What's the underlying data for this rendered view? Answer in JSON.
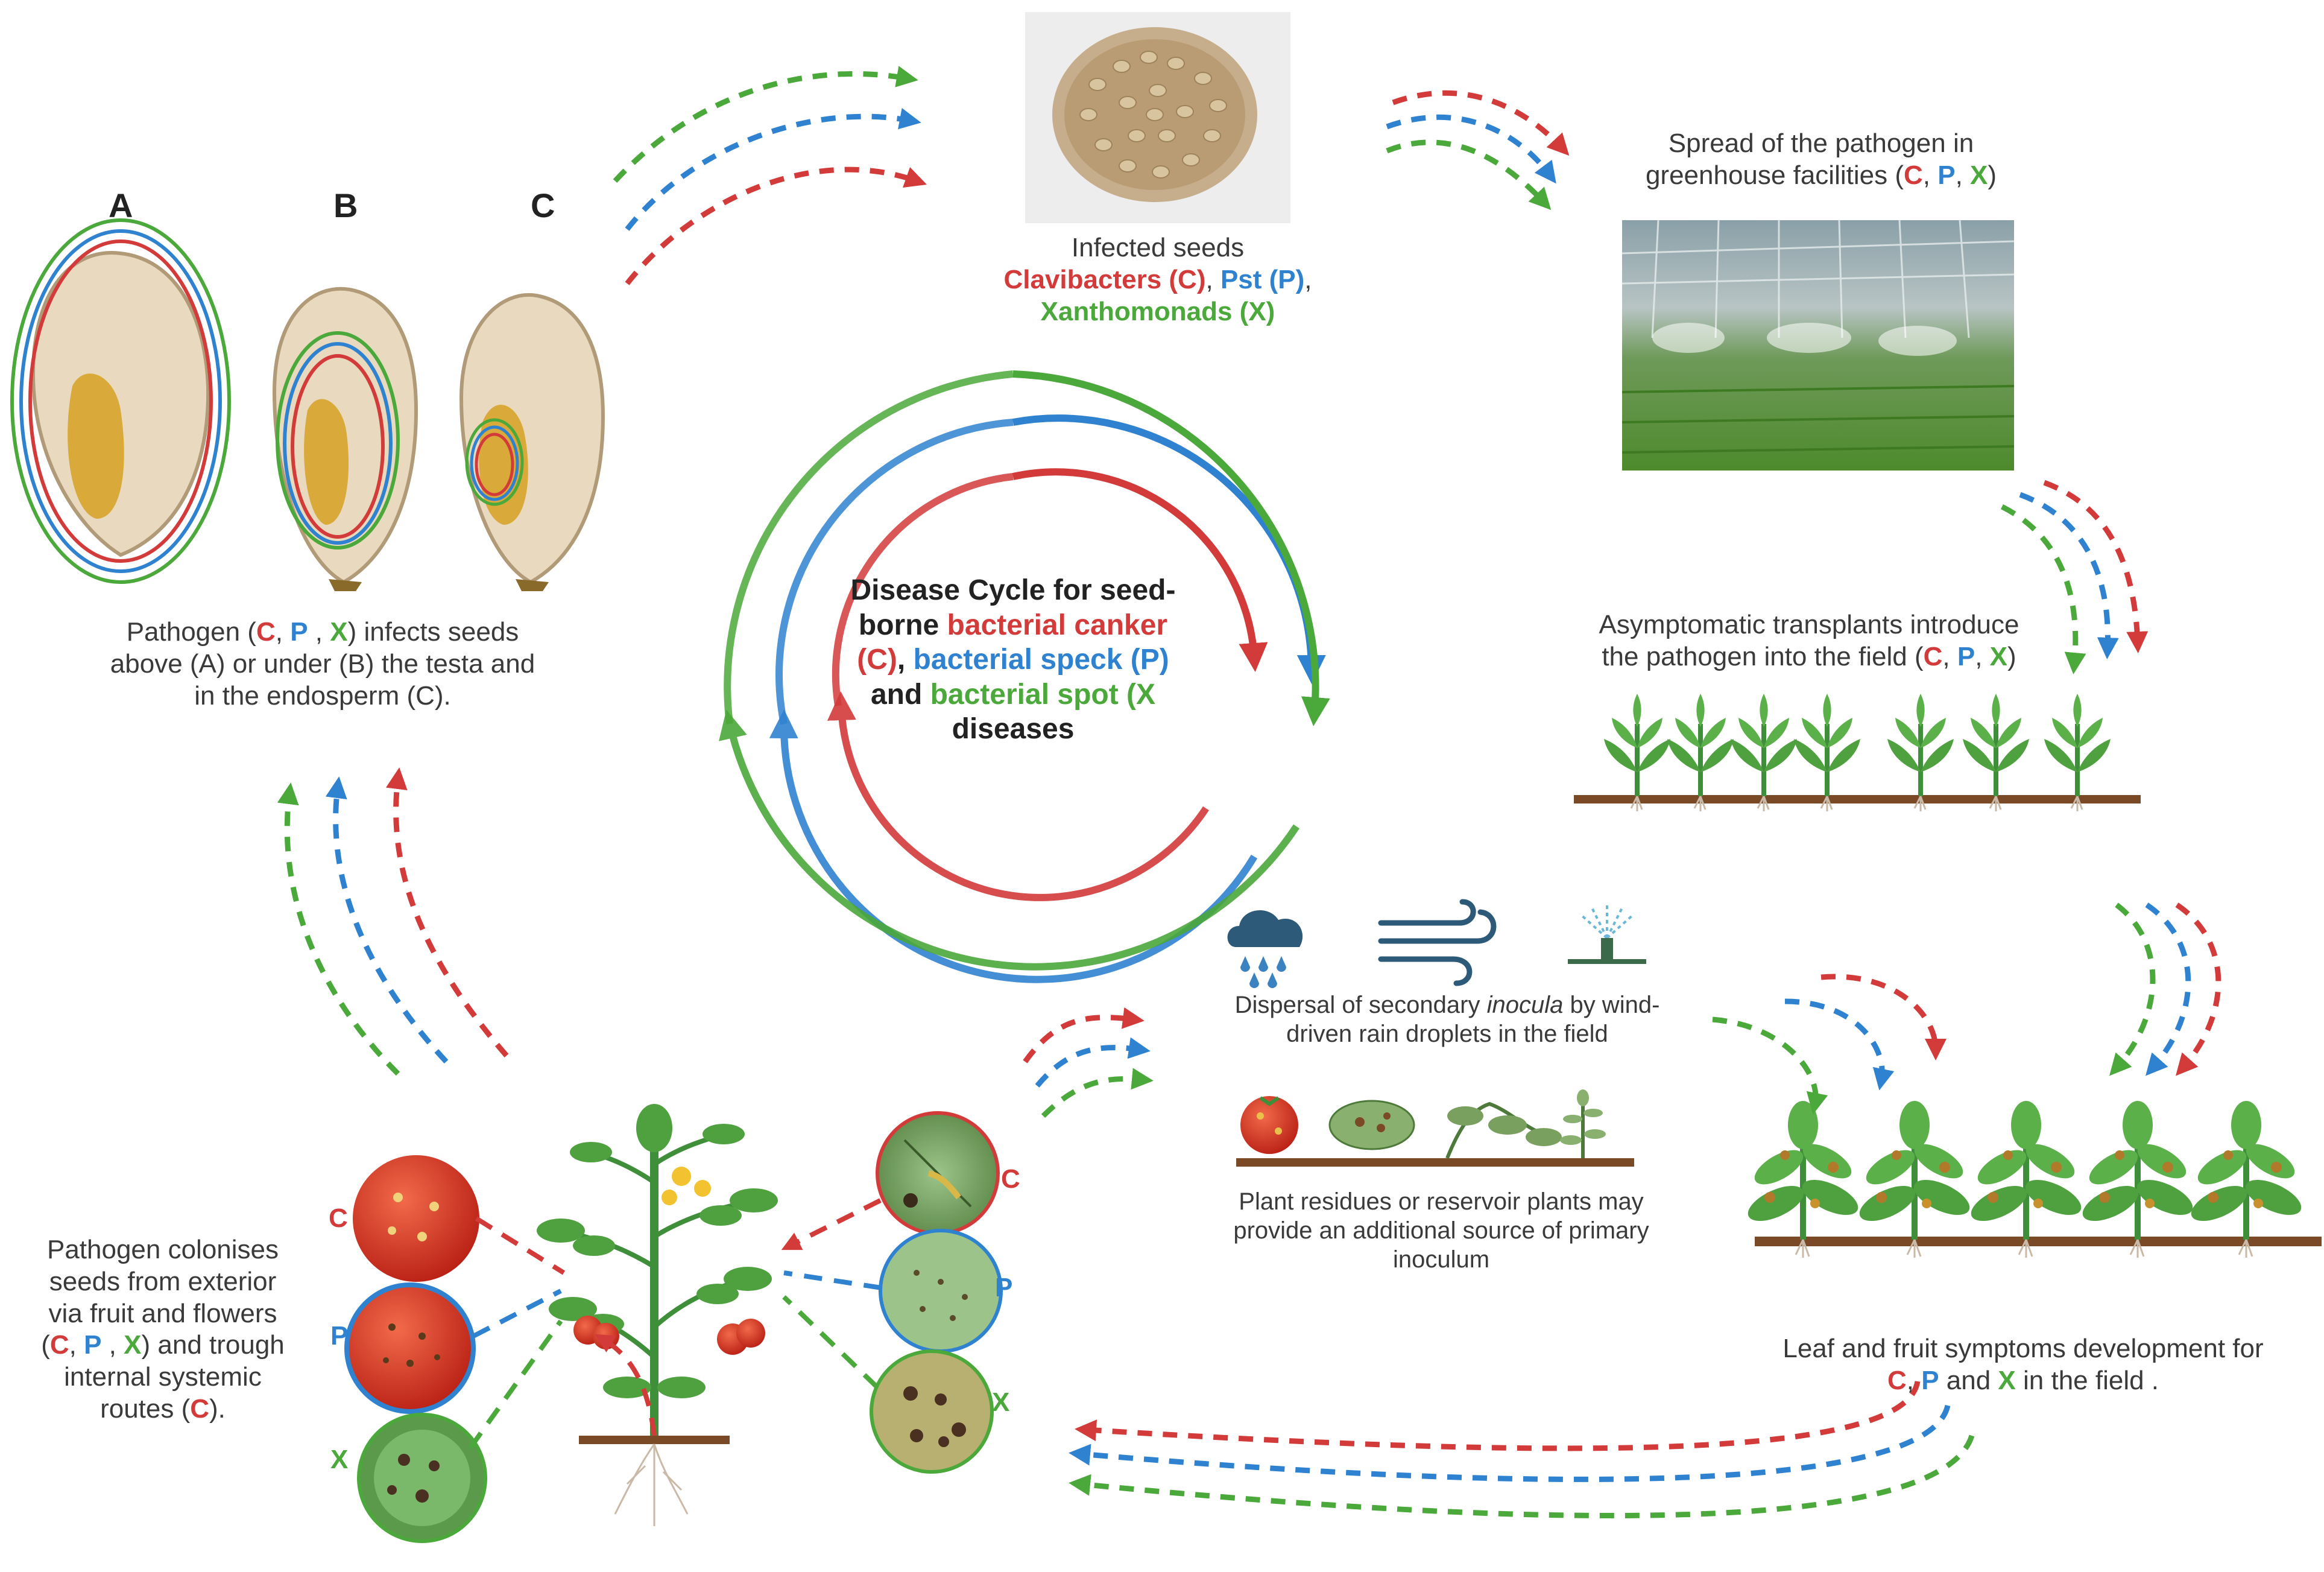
{
  "colors": {
    "clavibacter": "#d33a3a",
    "pst": "#2f82d0",
    "xanthomonad": "#4ba83a",
    "seed_fill": "#e9d9be",
    "endosperm": "#d9a93a",
    "soil": "#7a4a26",
    "plant": "#3f8f3a"
  },
  "seed_labels": [
    "A",
    "B",
    "C"
  ],
  "seed_caption": {
    "pre": "Pathogen (",
    "c": "C",
    "sep1": ", ",
    "p": "P",
    "sep2": " , ",
    "x": "X",
    "post": ") infects seeds above (A) or under (B) the testa and in the endosperm (C)."
  },
  "infected_seeds": {
    "title": "Infected seeds",
    "clavibacters": "Clavibacters (C)",
    "comma": ", ",
    "pst": "Pst (P)",
    "comma2": ",",
    "xanthomonads": "Xanthomonads (X)"
  },
  "greenhouse": {
    "line1": "Spread of the pathogen  in",
    "line2_pre": "greenhouse facilities (",
    "c": "C",
    "sep1": ", ",
    "p": "P",
    "sep2": ", ",
    "x": "X",
    "post": ")"
  },
  "transplants": {
    "line1": "Asymptomatic transplants introduce",
    "line2_pre": "the pathogen into the field  (",
    "c": "C",
    "sep1": ", ",
    "p": "P",
    "sep2": ", ",
    "x": "X",
    "post": ")"
  },
  "center": {
    "line1": "Disease Cycle for seed-",
    "line2_pre": "borne ",
    "canker": "bacterial canker",
    "line3_c": "(C)",
    "line3_sep": ", ",
    "speck": "bacterial speck (P)",
    "line4_pre": "and ",
    "spot": "bacterial spot (X",
    "line5": "diseases"
  },
  "dispersal": {
    "line1_pre": "Dispersal of secondary ",
    "inocula": "inocula",
    "line1_post": " by wind-",
    "line2": "driven rain droplets in the field"
  },
  "residues": {
    "line1": "Plant residues or reservoir plants may",
    "line2": "provide an additional source of primary",
    "line3": "inoculum"
  },
  "symptoms": {
    "line1": "Leaf and fruit symptoms development for",
    "c": "C",
    "sep1": ", ",
    "p": "P",
    "and": " and ",
    "x": "X",
    "post": " in the field ."
  },
  "colonise": {
    "line1": "Pathogen colonises",
    "line2": "seeds from exterior",
    "line3": "via fruit and flowers",
    "line4_pre": "(",
    "c": "C",
    "sep1": ", ",
    "p": "P",
    "sep2": " , ",
    "x": "X",
    "line4_post": ") and trough",
    "line5": "internal systemic",
    "line6_pre": "routes (",
    "c2": "C",
    "line6_post": ")."
  },
  "fruit_letters": [
    "C",
    "P",
    "X"
  ],
  "leaf_letters": [
    "C",
    "P",
    "X"
  ],
  "icons": [
    "rain-cloud-icon",
    "wind-icon",
    "sprinkler-icon"
  ]
}
